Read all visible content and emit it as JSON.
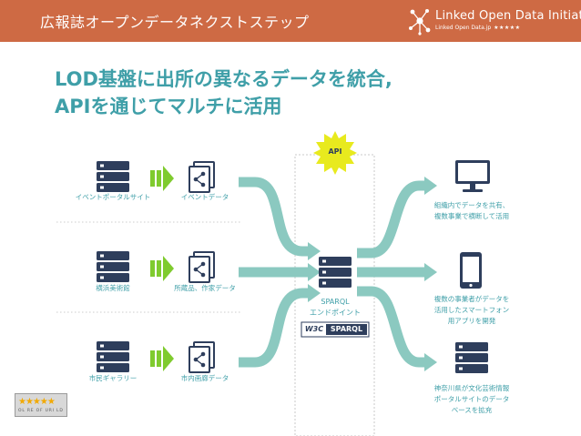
{
  "header": {
    "title": "広報誌オープンデータネクストステップ",
    "brand_name": "Linked Open Data Initiative",
    "brand_sub": "Linked Open Data.jp",
    "brand_stars": "★★★★★"
  },
  "heading": {
    "line1": "LOD基盤に出所の異なるデータを統合,",
    "line2": "APIを通じてマルチに活用"
  },
  "sources": [
    {
      "server_label": "イベントポータルサイト",
      "data_label": "イベントデータ"
    },
    {
      "server_label": "横浜美術館",
      "data_label": "所蔵品、作家データ"
    },
    {
      "server_label": "市民ギャラリー",
      "data_label": "市内画廊データ"
    }
  ],
  "hub": {
    "api_label": "API",
    "endpoint_line1": "SPARQL",
    "endpoint_line2": "エンドポイント",
    "w3c_text": "W3C",
    "sparql_text": "SPARQL"
  },
  "outputs": [
    {
      "line1": "組織内でデータを共有、",
      "line2": "複数事業で横断して活用",
      "line3": ""
    },
    {
      "line1": "複数の事業者がデータを",
      "line2": "活用したスマートフォン",
      "line3": "用アプリを開発"
    },
    {
      "line1": "神奈川県が文化芸術情報",
      "line2": "ポータルサイトのデータ",
      "line3": "ベースを拡充"
    }
  ],
  "five_star": {
    "stars": "★★★★★",
    "levels": "OL RE OF URI LD"
  },
  "colors": {
    "header": "#ce6a44",
    "teal": "#3f9fa8",
    "arrow_green": "#7fcb2e",
    "flow": "#8bc9c0",
    "navy": "#2e3e5c",
    "api_badge": "#e8ea1e"
  }
}
